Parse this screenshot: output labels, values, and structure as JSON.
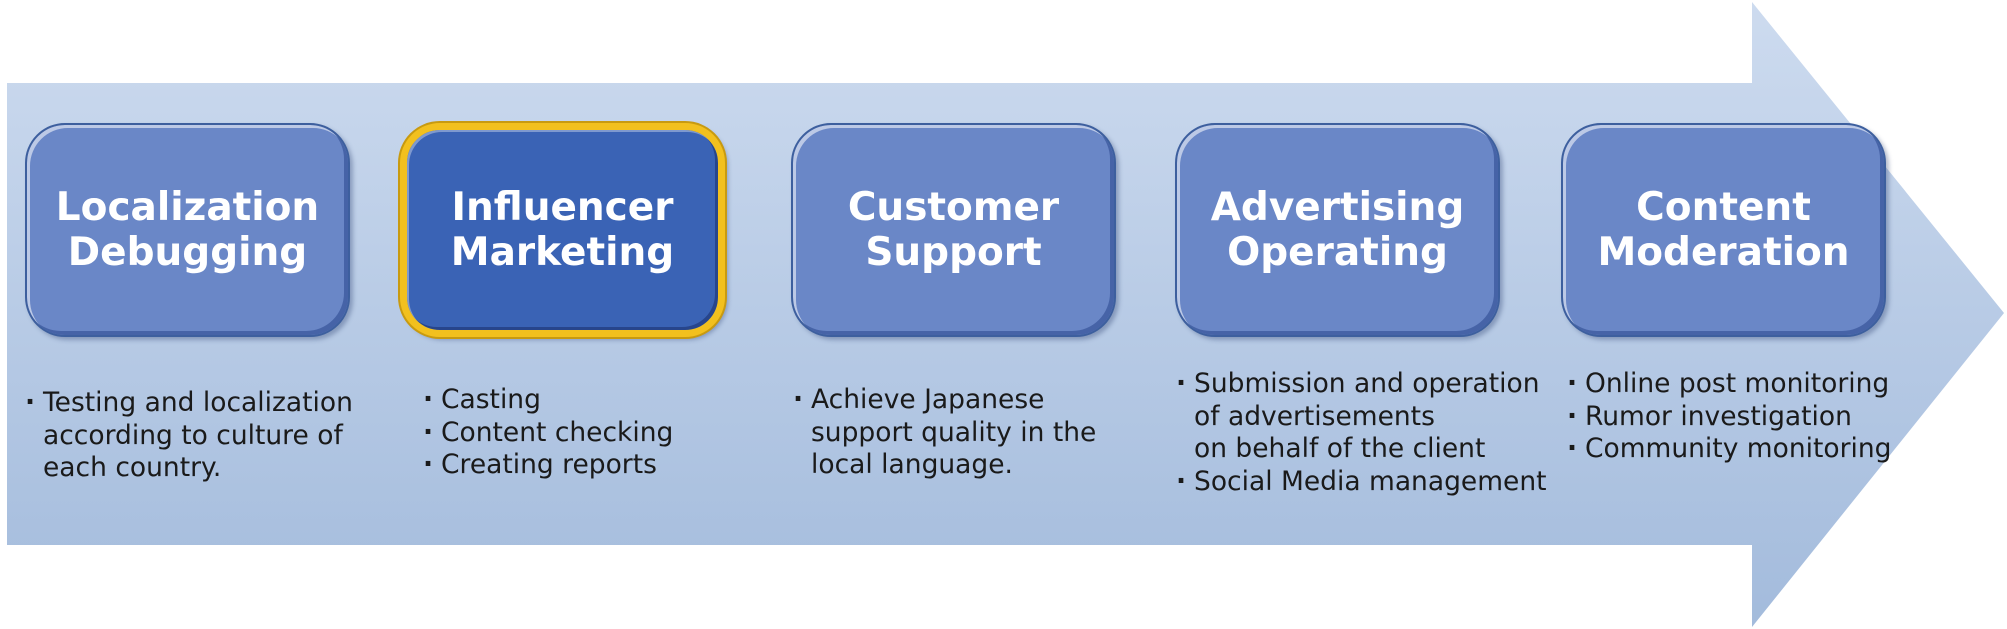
{
  "colors": {
    "arrow_light": "#c8d8ee",
    "arrow_dark": "#a4bcdd",
    "box_fill": "#6a87c7",
    "box_selected_fill": "#3a63b5",
    "box_selected_border": "#f2c01e",
    "text_dark": "#1a1a1a",
    "text_light": "#ffffff"
  },
  "steps": [
    {
      "title": "Localization\nDebugging",
      "selected": false,
      "bullets": [
        "Testing and localization\naccording to culture of\neach country."
      ]
    },
    {
      "title": "Influencer\nMarketing",
      "selected": true,
      "bullets": [
        "Casting",
        "Content checking",
        "Creating reports"
      ]
    },
    {
      "title": "Customer\nSupport",
      "selected": false,
      "bullets": [
        "Achieve Japanese\nsupport quality in the\nlocal language."
      ]
    },
    {
      "title": "Advertising\nOperating",
      "selected": false,
      "bullets": [
        "Submission and operation\nof advertisements\non behalf of the client",
        "Social Media management"
      ]
    },
    {
      "title": "Content\nModeration",
      "selected": false,
      "bullets": [
        "Online post monitoring",
        "Rumor investigation",
        "Community monitoring"
      ]
    }
  ]
}
